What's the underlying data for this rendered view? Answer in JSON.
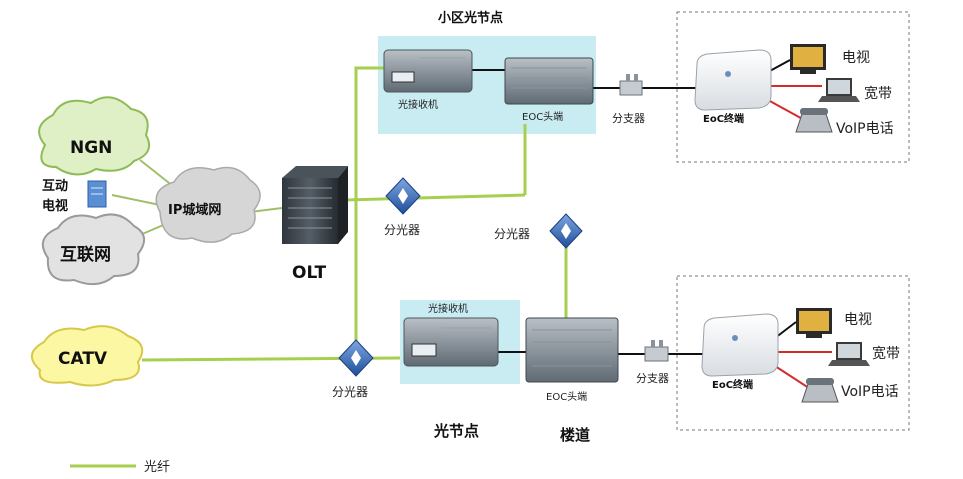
{
  "community_node": {
    "title": "小区光节点",
    "receiver_label": "光接收机",
    "eoc_head_label": "EOC头端"
  },
  "top_branch": {
    "splitter_label": "分支器",
    "terminal_label": "EoC终端",
    "tv_label": "电视",
    "broadband_label": "宽带",
    "voip_label": "VoIP电话"
  },
  "bottom_branch": {
    "receiver_label": "光接收机",
    "eoc_head_label": "EOC头端",
    "splitter_label": "分支器",
    "terminal_label": "EoC终端",
    "tv_label": "电视",
    "broadband_label": "宽带",
    "voip_label": "VoIP电话"
  },
  "clouds": {
    "ngn": "NGN",
    "ip_metro": "IP城域网",
    "internet": "互联网",
    "catv": "CATV"
  },
  "iptv_label_line1": "互动",
  "iptv_label_line2": "电视",
  "olt_label": "OLT",
  "optical_splitter_labels": [
    "分光器",
    "分光器",
    "分光器"
  ],
  "bottom_labels": {
    "optical_node": "光节点",
    "corridor": "楼道"
  },
  "legend": {
    "fiber_label": "光纤"
  },
  "colors": {
    "fiber": "#a6cf4f",
    "node_box": "#c9ecf2",
    "cloud_gray": "#d6d6d6",
    "cloud_yellow": "#fbf7a2",
    "cable_red": "#d42a2a"
  }
}
